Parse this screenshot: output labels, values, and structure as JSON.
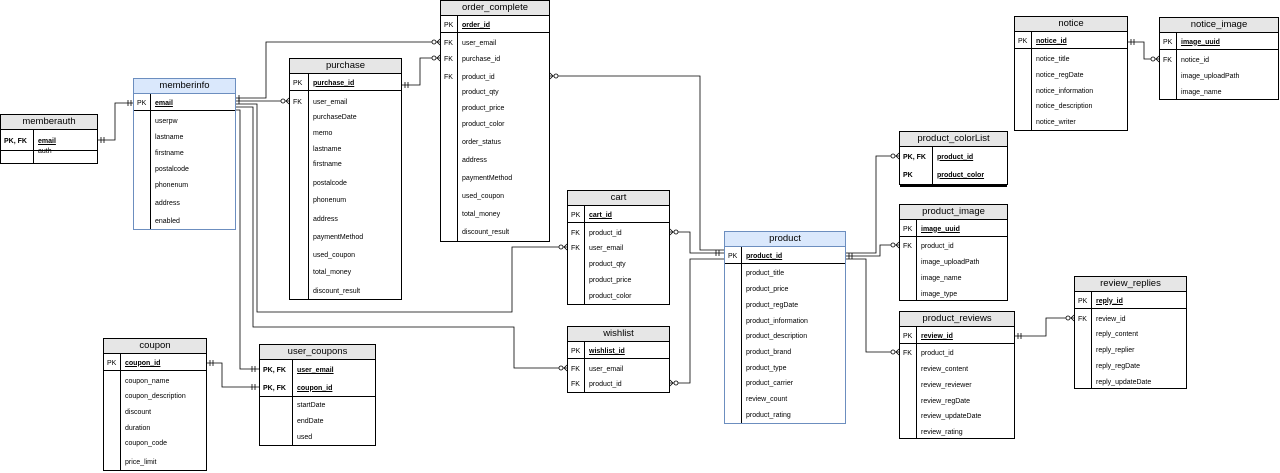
{
  "entities": [
    {
      "id": "memberauth",
      "name": "memberauth",
      "blue": false,
      "keys": [
        "PK, FK"
      ],
      "pk_fields": [
        "email"
      ],
      "fields": [
        "auth"
      ]
    },
    {
      "id": "memberinfo",
      "name": "memberinfo",
      "blue": true,
      "keys": [
        "PK"
      ],
      "pk_fields": [
        "email"
      ],
      "fields": [
        "userpw",
        "lastname",
        "firstname",
        "postalcode",
        "phonenum",
        "address",
        "enabled"
      ]
    },
    {
      "id": "purchase",
      "name": "purchase",
      "blue": false,
      "keys": [
        "PK"
      ],
      "pk_fields": [
        "purchase_id"
      ],
      "fields": [
        "user_email",
        "purchaseDate",
        "memo",
        "lastname",
        "firstname",
        "postalcode",
        "phonenum",
        "address",
        "paymentMethod",
        "used_coupon",
        "total_money",
        "discount_result"
      ],
      "fk_labels": [
        "FK"
      ]
    },
    {
      "id": "order_complete",
      "name": "order_complete",
      "blue": false,
      "keys": [
        "PK"
      ],
      "pk_fields": [
        "order_id"
      ],
      "fields": [
        "user_email",
        "purchase_id",
        "product_id",
        "product_qty",
        "product_price",
        "product_color",
        "order_status",
        "address",
        "paymentMethod",
        "used_coupon",
        "total_money",
        "discount_result"
      ],
      "fk_labels": [
        "FK",
        "FK",
        "FK"
      ]
    },
    {
      "id": "cart",
      "name": "cart",
      "blue": false,
      "keys": [
        "PK"
      ],
      "pk_fields": [
        "cart_id"
      ],
      "fields": [
        "product_id",
        "user_email",
        "product_qty",
        "product_price",
        "product_color"
      ],
      "fk_labels": [
        "FK",
        "FK"
      ]
    },
    {
      "id": "wishlist",
      "name": "wishlist",
      "blue": false,
      "keys": [
        "PK"
      ],
      "pk_fields": [
        "wishlist_id"
      ],
      "fields": [
        "user_email",
        "product_id"
      ],
      "fk_labels": [
        "FK",
        "FK"
      ]
    },
    {
      "id": "coupon",
      "name": "coupon",
      "blue": false,
      "keys": [
        "PK"
      ],
      "pk_fields": [
        "coupon_id"
      ],
      "fields": [
        "coupon_name",
        "coupon_description",
        "discount",
        "duration",
        "coupon_code",
        "price_limit"
      ]
    },
    {
      "id": "user_coupons",
      "name": "user_coupons",
      "blue": false,
      "keys": [
        "PK, FK",
        "PK, FK"
      ],
      "pk_fields": [
        "user_email",
        "coupon_id"
      ],
      "fields": [
        "startDate",
        "endDate",
        "used"
      ]
    },
    {
      "id": "product",
      "name": "product",
      "blue": true,
      "keys": [
        "PK"
      ],
      "pk_fields": [
        "product_id"
      ],
      "fields": [
        "product_title",
        "product_price",
        "product_regDate",
        "product_information",
        "product_description",
        "product_brand",
        "product_type",
        "product_carrier",
        "review_count",
        "product_rating"
      ]
    },
    {
      "id": "product_colorList",
      "name": "product_colorList",
      "blue": false,
      "keys": [
        "PK, FK",
        "PK"
      ],
      "pk_fields": [
        "product_id",
        "product_color"
      ],
      "fields": []
    },
    {
      "id": "product_image",
      "name": "product_image",
      "blue": false,
      "keys": [
        "PK"
      ],
      "pk_fields": [
        "image_uuid"
      ],
      "fields": [
        "product_id",
        "image_uploadPath",
        "image_name",
        "image_type"
      ],
      "fk_labels": [
        "FK"
      ]
    },
    {
      "id": "product_reviews",
      "name": "product_reviews",
      "blue": false,
      "keys": [
        "PK"
      ],
      "pk_fields": [
        "review_id"
      ],
      "fields": [
        "product_id",
        "review_content",
        "review_reviewer",
        "review_regDate",
        "review_updateDate",
        "review_rating"
      ],
      "fk_labels": [
        "FK"
      ]
    },
    {
      "id": "review_replies",
      "name": "review_replies",
      "blue": false,
      "keys": [
        "PK"
      ],
      "pk_fields": [
        "reply_id"
      ],
      "fields": [
        "review_id",
        "reply_content",
        "reply_replier",
        "reply_regDate",
        "reply_updateDate"
      ],
      "fk_labels": [
        "FK"
      ]
    },
    {
      "id": "notice",
      "name": "notice",
      "blue": false,
      "keys": [
        "PK"
      ],
      "pk_fields": [
        "notice_id"
      ],
      "fields": [
        "notice_title",
        "notice_regDate",
        "notice_information",
        "notice_description",
        "notice_writer"
      ]
    },
    {
      "id": "notice_image",
      "name": "notice_image",
      "blue": false,
      "keys": [
        "PK"
      ],
      "pk_fields": [
        "image_uuid"
      ],
      "fields": [
        "notice_id",
        "image_uploadPath",
        "image_name"
      ],
      "fk_labels": [
        "FK"
      ]
    }
  ]
}
